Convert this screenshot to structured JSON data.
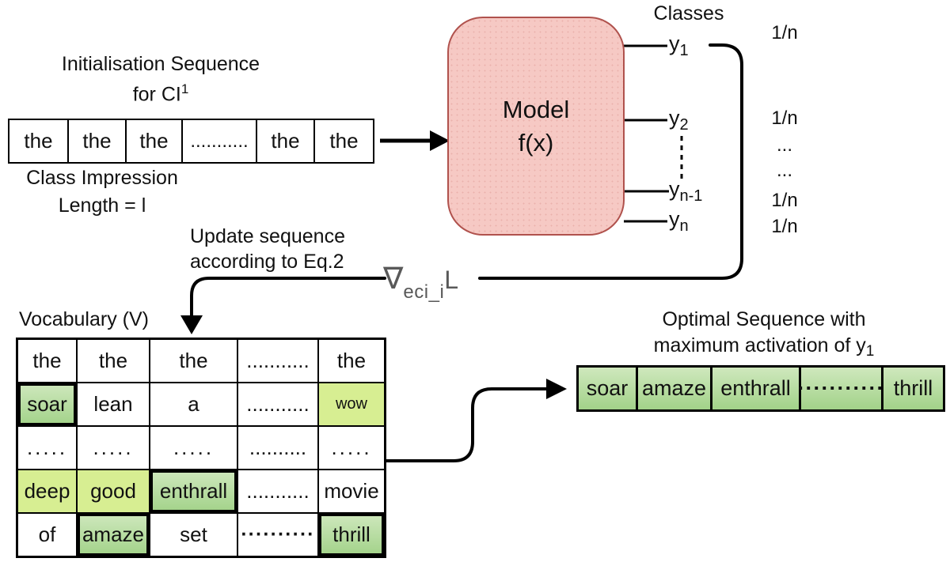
{
  "colors": {
    "model_fill": "#f6c9c4",
    "model_border": "#b0524d",
    "cell_green_top": "#cfe8bd",
    "cell_green_bottom": "#a2d289",
    "cell_green_light": "#d7ee92",
    "gradient_text": "#595959"
  },
  "init_sequence": {
    "title_line1": "Initialisation Sequence",
    "title_line2": "for CI",
    "title_superscript": "1",
    "cells": [
      {
        "text": "the"
      },
      {
        "text": "the"
      },
      {
        "text": "the"
      },
      {
        "text": "..........."
      },
      {
        "text": "the"
      },
      {
        "text": "the"
      }
    ],
    "caption_line1": "Class Impression",
    "caption_line2": "Length = l"
  },
  "model": {
    "name": "Model",
    "function": "f(x)"
  },
  "classes": {
    "title": "Classes",
    "outputs": [
      {
        "base": "y",
        "sub": "1"
      },
      {
        "base": "y",
        "sub": "2"
      },
      {
        "base": "y",
        "sub": "n-1"
      },
      {
        "base": "y",
        "sub": "n"
      }
    ],
    "probabilities": [
      "1/n",
      "1/n",
      "...",
      "...",
      "1/n",
      "1/n"
    ]
  },
  "update_rule": {
    "line1": "Update sequence",
    "line2": "according to Eq.2",
    "nabla": "∇",
    "subscript": "eci_i",
    "loss": "L"
  },
  "vocabulary": {
    "title": "Vocabulary (V)",
    "rows": [
      [
        {
          "text": "the"
        },
        {
          "text": "the"
        },
        {
          "text": "the"
        },
        {
          "text": "..........."
        },
        {
          "text": "the"
        }
      ],
      [
        {
          "text": "soar",
          "style": "sel"
        },
        {
          "text": "lean"
        },
        {
          "text": "a"
        },
        {
          "text": "..........."
        },
        {
          "text": "wow",
          "style": "hl",
          "small": true
        }
      ],
      [
        {
          "text": ".....",
          "spaced": true
        },
        {
          "text": ".....",
          "spaced": true
        },
        {
          "text": ".....",
          "spaced": true
        },
        {
          "text": ".........."
        },
        {
          "text": ".....",
          "spaced": true
        }
      ],
      [
        {
          "text": "deep",
          "style": "hl"
        },
        {
          "text": "good",
          "style": "hl"
        },
        {
          "text": "enthrall",
          "style": "sel"
        },
        {
          "text": "..........."
        },
        {
          "text": "movie"
        }
      ],
      [
        {
          "text": "of"
        },
        {
          "text": "amaze",
          "style": "sel"
        },
        {
          "text": "set"
        },
        {
          "text": "··········",
          "bold": true
        },
        {
          "text": "thrill",
          "style": "sel"
        }
      ]
    ]
  },
  "optimal_sequence": {
    "title_line1": "Optimal Sequence with",
    "title_line2": "maximum activation of y",
    "title_subscript": "1",
    "cells": [
      {
        "text": "soar"
      },
      {
        "text": "amaze"
      },
      {
        "text": "enthrall"
      },
      {
        "text": "···········",
        "bold": true
      },
      {
        "text": "thrill"
      }
    ]
  }
}
